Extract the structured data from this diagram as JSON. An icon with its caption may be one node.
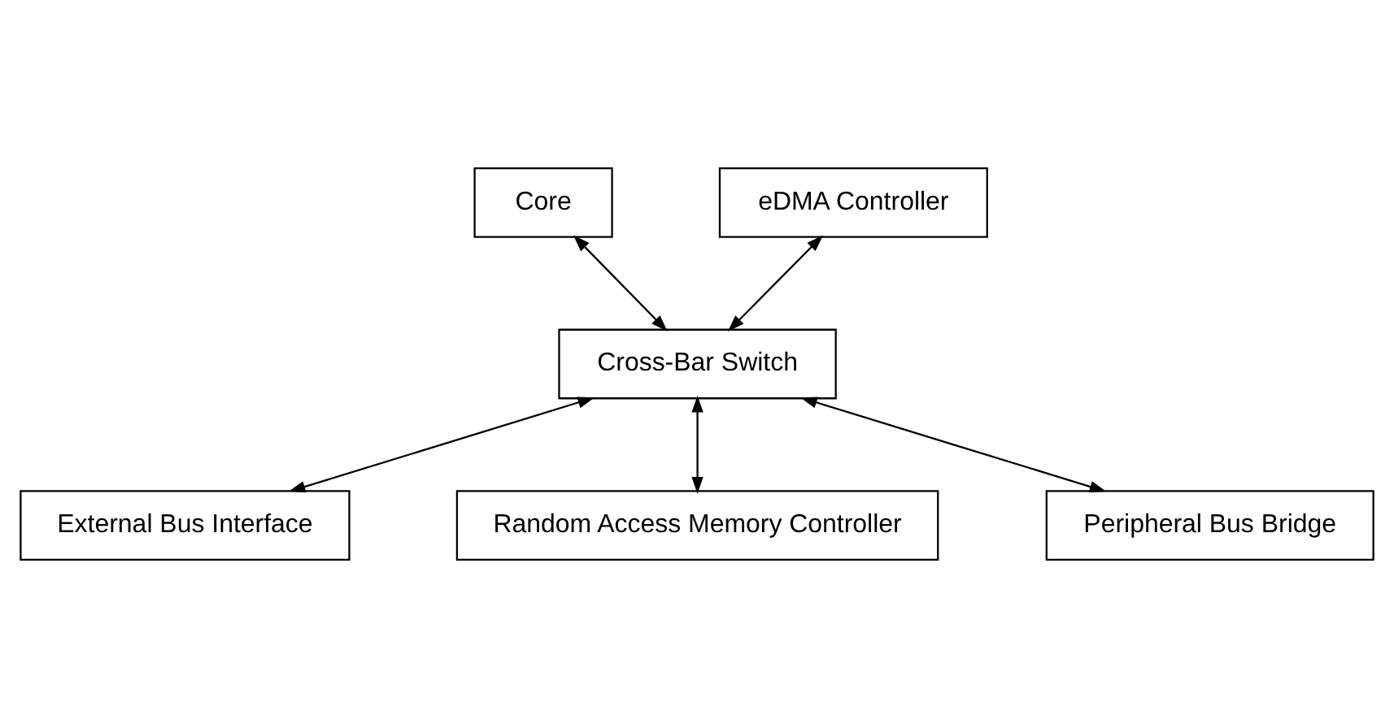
{
  "diagram": {
    "nodes": [
      {
        "text": [
          "Core"
        ]
      },
      {
        "text": [
          "eDMA Controller"
        ]
      },
      {
        "text": [
          "Cross-Bar Switch"
        ]
      },
      {
        "text": [
          "External Bus Interface"
        ]
      },
      {
        "text": [
          "Random Access Memory Controller"
        ]
      },
      {
        "text": [
          "Peripheral Bus Bridge"
        ]
      }
    ],
    "edges": [
      {
        "from": 0,
        "to": 2,
        "arrow": "both"
      },
      {
        "from": 1,
        "to": 2,
        "arrow": "both"
      },
      {
        "from": 2,
        "to": 3,
        "arrow": "both"
      },
      {
        "from": 2,
        "to": 4,
        "arrow": "both"
      },
      {
        "from": 2,
        "to": 5,
        "arrow": "both"
      }
    ]
  }
}
